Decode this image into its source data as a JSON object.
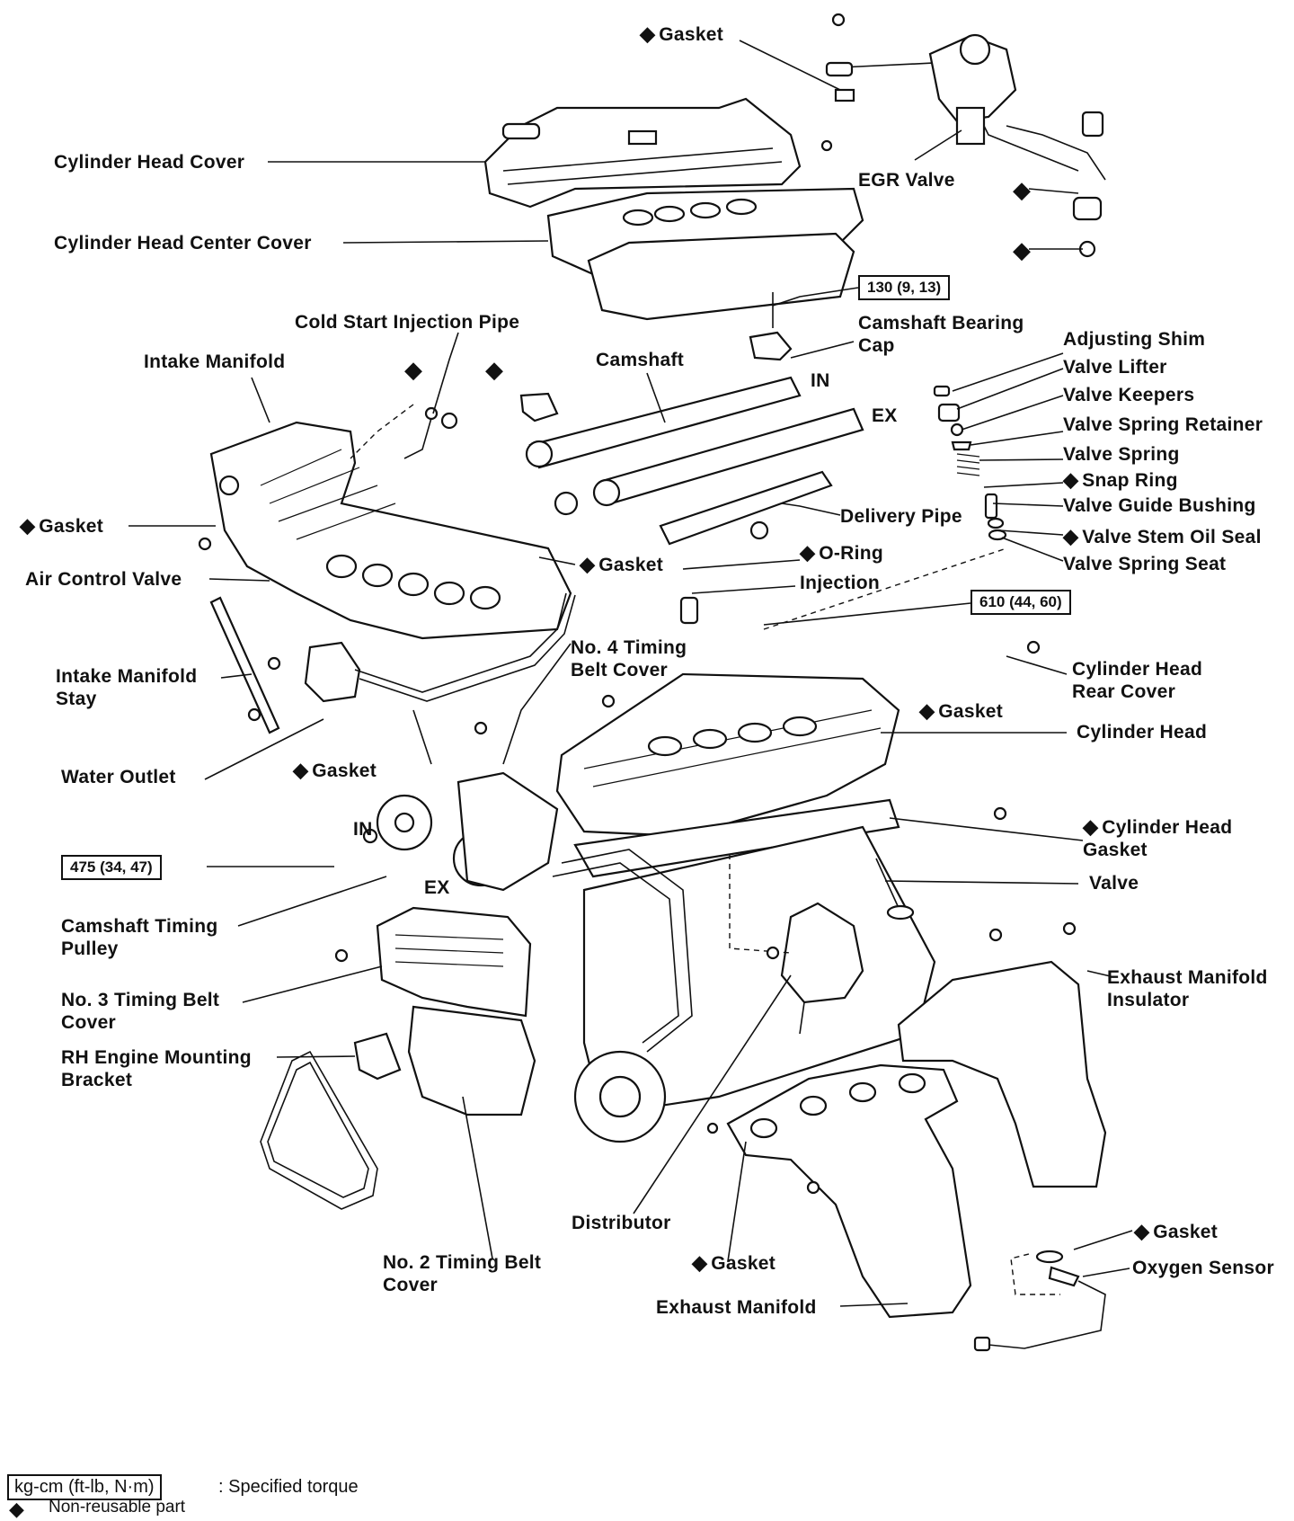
{
  "labels": {
    "gasket_egr": "Gasket",
    "cylinder_head_cover": "Cylinder Head Cover",
    "egr_valve": "EGR Valve",
    "cylinder_head_center_cover": "Cylinder Head Center Cover",
    "cold_start_injection_pipe": "Cold Start Injection Pipe",
    "camshaft_bearing_cap": "Camshaft Bearing\nCap",
    "intake_manifold": "Intake Manifold",
    "camshaft": "Camshaft",
    "cam_in": "IN",
    "cam_ex": "EX",
    "adjusting_shim": "Adjusting Shim",
    "valve_lifter": "Valve Lifter",
    "valve_keepers": "Valve Keepers",
    "valve_spring_retainer": "Valve Spring Retainer",
    "valve_spring": "Valve Spring",
    "snap_ring": "Snap Ring",
    "valve_guide_bushing": "Valve Guide Bushing",
    "valve_stem_oil_seal": "Valve Stem Oil Seal",
    "valve_spring_seat": "Valve Spring Seat",
    "gasket_intake": "Gasket",
    "delivery_pipe": "Delivery Pipe",
    "air_control_valve": "Air Control Valve",
    "gasket_manifold": "Gasket",
    "o_ring": "O-Ring",
    "injection": "Injection",
    "no4_timing_belt_cover": "No. 4 Timing\nBelt Cover",
    "intake_manifold_stay": "Intake Manifold\nStay",
    "cylinder_head_rear_cover": "Cylinder Head\nRear Cover",
    "gasket_rear_cover": "Gasket",
    "cylinder_head": "Cylinder Head",
    "water_outlet": "Water Outlet",
    "gasket_water_outlet": "Gasket",
    "pulley_in": "IN",
    "pulley_ex": "EX",
    "cylinder_head_gasket": "Cylinder Head\nGasket",
    "valve": "Valve",
    "camshaft_timing_pulley": "Camshaft Timing\nPulley",
    "no3_timing_belt_cover": "No. 3 Timing Belt\nCover",
    "exhaust_manifold_insulator": "Exhaust Manifold\nInsulator",
    "rh_engine_mounting_bracket": "RH Engine Mounting\nBracket",
    "distributor": "Distributor",
    "gasket_exhaust": "Gasket",
    "gasket_oxygen": "Gasket",
    "oxygen_sensor": "Oxygen Sensor",
    "no2_timing_belt_cover": "No. 2 Timing Belt\nCover",
    "exhaust_manifold": "Exhaust Manifold"
  },
  "torques": {
    "bearing_cap": "130 (9, 13)",
    "head_bolt": "610 (44, 60)",
    "pulley_bolt": "475 (34, 47)"
  },
  "legend": {
    "torque_unit": "kg-cm (ft-lb, N·m)",
    "torque_desc": ":  Specified torque",
    "nonreusable_desc": "Non-reusable part"
  },
  "icons": {
    "nonreusable": "diamond-icon"
  }
}
